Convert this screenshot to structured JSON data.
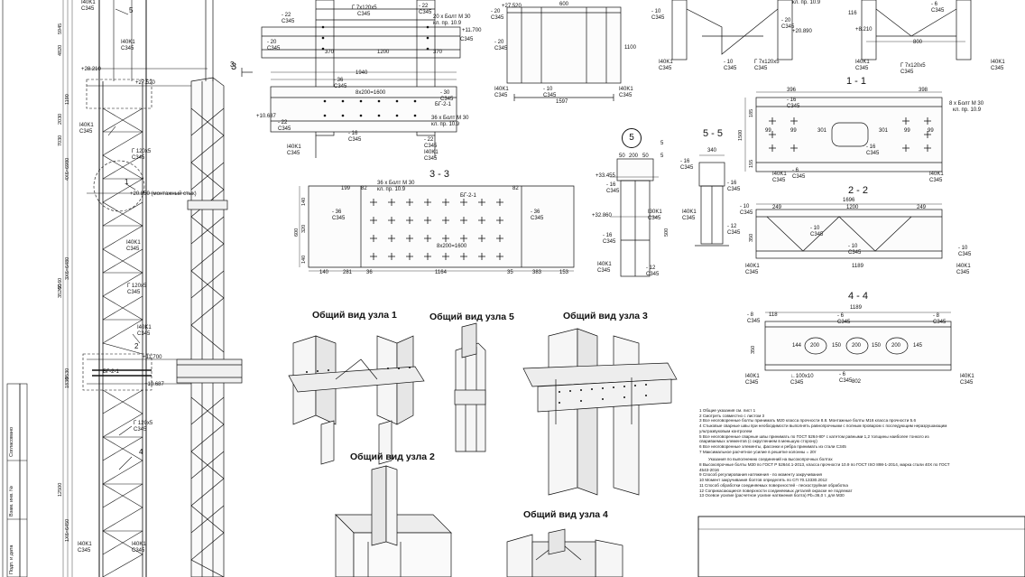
{
  "column_elevation": {
    "node_marks": [
      "5",
      "3",
      "1",
      "2",
      "4"
    ],
    "elevations": [
      "+28.210",
      "+27.520",
      "+20.850 (монтажный стык)",
      "+11.700",
      "+10.687"
    ],
    "dims": [
      "5945",
      "4820",
      "7030",
      "4X6=6980",
      "2030",
      "35260",
      "9160",
      "3X6=6480",
      "1830",
      "9530",
      "1190",
      "12500",
      "1X6=6450"
    ],
    "profile_labels": [
      {
        "a": "I40K1",
        "b": "C345"
      },
      {
        "a": "I40K1",
        "b": "C345"
      },
      {
        "a": "I40K1",
        "b": "C345"
      },
      {
        "a": "Г 120х5",
        "b": "C345"
      },
      {
        "a": "I40K1",
        "b": "C345"
      },
      {
        "a": "Г 120х5",
        "b": "C345"
      },
      {
        "a": "I40K1",
        "b": "C345"
      },
      {
        "a": "Г 120х5",
        "b": "C345"
      },
      {
        "a": "I40K1",
        "b": "C345"
      },
      {
        "a": "I40K1",
        "b": "C345"
      }
    ],
    "girder_mark": "БГ-2-1"
  },
  "node3": {
    "section_mark": "3",
    "labels": [
      "- 22",
      "C345",
      "Г 7х120х5",
      "C345",
      "- 22",
      "C345",
      "20 х Болт M 30",
      "кл. пр. 10.9",
      "- 20",
      "C345",
      "+11.700",
      "C345",
      "370",
      "1200",
      "370",
      "1940",
      "- 36",
      "C345",
      "- 30",
      "C345",
      "8х200=1600",
      "БГ-2-1",
      "36 х Болт M 30",
      "кл. пр. 10.9",
      "+10.687",
      "- 22",
      "C345",
      "- 16",
      "C345",
      "- 22",
      "C345",
      "I40K1",
      "C345",
      "I40K1",
      "C345"
    ]
  },
  "node_top_center": {
    "labels": [
      "- 20",
      "C345",
      "- 20",
      "C345",
      "+27.520",
      "I40K1",
      "C345",
      "- 10",
      "C345",
      "I40K1",
      "C345",
      "1597",
      "600",
      "1100"
    ]
  },
  "node_top_right": {
    "labels": [
      "- 10",
      "C345",
      "- 20",
      "C345",
      "Г 7х120х5",
      "C345",
      "I40K1",
      "C345",
      "- 10",
      "C345",
      "+20.890",
      "кл. пр. 10.9",
      "116",
      "- 6",
      "C345",
      "+8.210",
      "800",
      "I40K1",
      "C345",
      "Г 7х120х5",
      "C345",
      "I40K1",
      "C345"
    ]
  },
  "section_1_1": {
    "title": "1 - 1",
    "labels": [
      "396",
      "398",
      "8 х Болт M 30",
      "кл. пр. 10.9",
      "99",
      "99",
      "301",
      "301",
      "99",
      "99",
      "- 16",
      "C345",
      "- 16",
      "C345",
      "I40K1",
      "C345",
      "- 6",
      "C345",
      "I40K1",
      "C345",
      "1500",
      "185",
      "155"
    ]
  },
  "section_5_5": {
    "title": "5 - 5",
    "labels": [
      "340",
      "- 16",
      "C345",
      "- 16",
      "C345",
      "I40K1",
      "C345",
      "- 12",
      "C345"
    ]
  },
  "node5": {
    "number": "5",
    "labels": [
      "50",
      "200",
      "50",
      "5",
      "5",
      "+33.455",
      "- 16",
      "C345",
      "+32.860",
      "I30K1",
      "C345",
      "- 16",
      "C345",
      "I40K1",
      "C345",
      "- 12",
      "C345",
      "500"
    ]
  },
  "section_3_3": {
    "title": "3 - 3",
    "labels": [
      "36 х Болт M 30",
      "кл. пр. 10.9",
      "199",
      "82",
      "82",
      "БГ-2-1",
      "- 36",
      "C345",
      "- 36",
      "C345",
      "8х200=1600",
      "140",
      "281",
      "36",
      "1164",
      "35",
      "383",
      "153",
      "600",
      "140",
      "320",
      "140"
    ]
  },
  "section_2_2": {
    "title": "2 - 2",
    "labels": [
      "- 10",
      "C345",
      "1696",
      "1200",
      "249",
      "249",
      "- 10",
      "C345",
      "- 10",
      "C345",
      "- 10",
      "C345",
      "I40K1",
      "C345",
      "I40K1",
      "C345",
      "1189",
      "350"
    ]
  },
  "section_4_4": {
    "title": "4 - 4",
    "labels": [
      "- 8",
      "C345",
      "- 6",
      "C345",
      "1189",
      "118",
      "- 8",
      "C345",
      "144",
      "200",
      "150",
      "200",
      "150",
      "200",
      "145",
      "∟100х10",
      "C345",
      "- 6",
      "C345",
      "802",
      "I40K1",
      "C345",
      "I40K1",
      "C345",
      "350"
    ]
  },
  "views": {
    "v1": "Общий вид узла 1",
    "v5": "Общий вид узла 5",
    "v3": "Общий вид узла 3",
    "v2": "Общий вид узла 2",
    "v4": "Общий вид узла 4"
  },
  "notes": [
    "1 Общие указания см. лист 1",
    "2 Смотреть совместно с листом 3",
    "3 Все неоговоренные болты принимать M20 класса прочности 8.8. Монтажные болты M16 класса прочности 5.6",
    "4 Стыковые сварные швы при необходимости выполнять равнопрочными с полным проваром с последующим неразрушающим",
    "ультразвуковым контролем",
    "5 Все неоговоренные сварные швы принимать по ГОСТ 5264-80* с катетом равными 1,2 толщины наиболее тонкого из",
    "свариваемых элементов (с округлением в меньшую сторону)",
    "6 Все неоговоренные элементы, фасонки и ребра принимать из стали C345",
    "7 Максимальное расчетное усилие в решетке колонны = 20т",
    "Указания по выполнению соединений на высокопрочных болтах",
    "8 Высокопрочные болты M30 по ГОСТ Р 52644.1-2013, класса прочности 10.9 по ГОСТ ISO 898-1-2014, марка стали 40Х по ГОСТ",
    "4543-2016",
    "9 Способ регулирования натяжения - по моменту закручивания",
    "10 Момент закручивания болтов определять по СП 70.13330.2012",
    "11 Способ обработки соединяемых поверхностей - пескоструйная обработка",
    "12 Соприкасающиеся поверхности соединяемых деталей окраске не подлежат",
    "13 Осевое усилие (расчетное усилие натяжения болта) Pb=36,0 т. для M30"
  ],
  "stamp": [
    "Согласовано",
    "Взам. инв. №",
    "Подп. и дата"
  ]
}
